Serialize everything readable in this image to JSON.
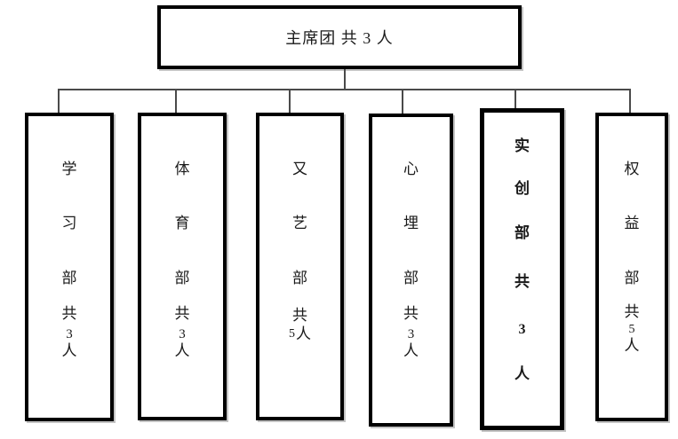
{
  "diagram": {
    "title_hidden": "",
    "root": {
      "label": "主席团 共 3 人"
    },
    "departments": [
      {
        "key": "study",
        "chars": [
          "学",
          "习",
          "部",
          "共",
          "3",
          "人"
        ]
      },
      {
        "key": "sports",
        "chars": [
          "体",
          "育",
          "部",
          "共",
          "3",
          "人"
        ]
      },
      {
        "key": "arts",
        "chars": [
          "又",
          "艺",
          "部",
          "共",
          "5",
          "人"
        ]
      },
      {
        "key": "psychology",
        "chars": [
          "心",
          "埋",
          "部",
          "共",
          "3",
          "人"
        ]
      },
      {
        "key": "innovation",
        "chars": [
          "实",
          "创",
          "部",
          "共",
          "3",
          "人"
        ]
      },
      {
        "key": "rights",
        "chars": [
          "权",
          "益",
          "部",
          "共",
          "5",
          "人"
        ]
      }
    ],
    "colors": {
      "connector_line": "#4a4a4a",
      "box_border": "#000000",
      "background": "#ffffff",
      "text": "#1a1a1a"
    }
  }
}
